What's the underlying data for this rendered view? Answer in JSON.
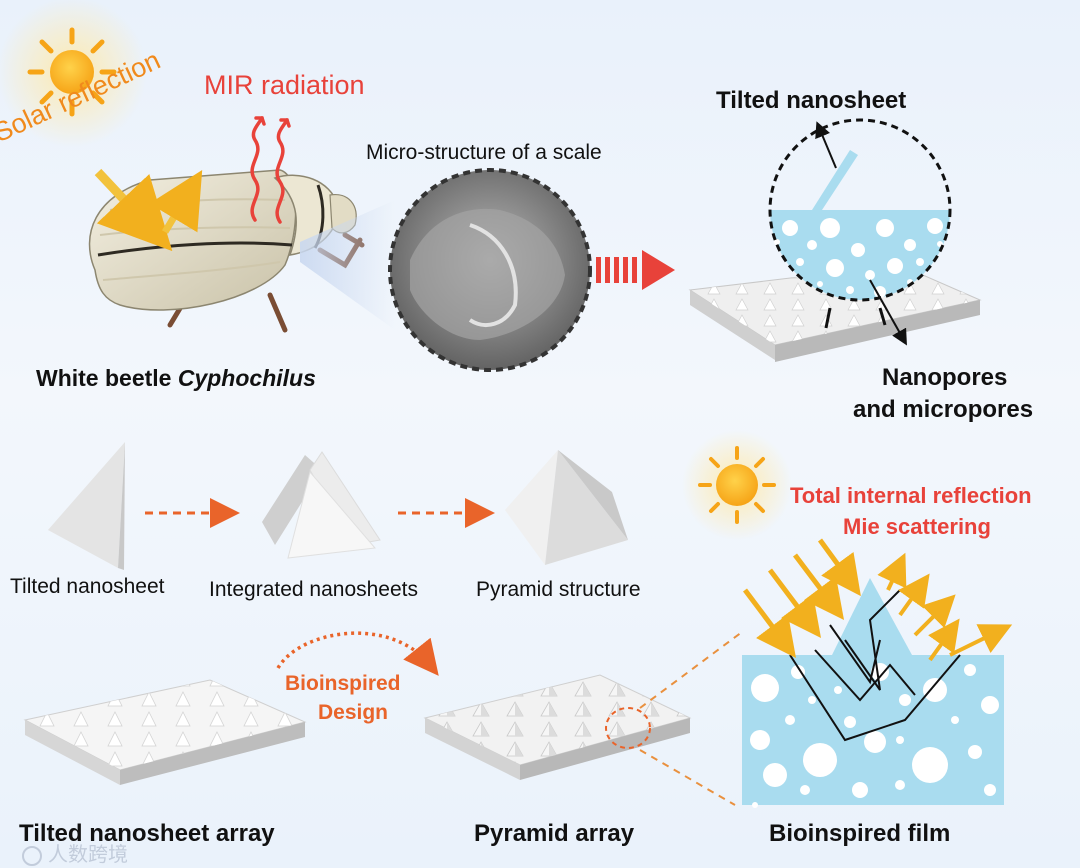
{
  "labels": {
    "solar_reflection": "Solar reflection",
    "mir_radiation": "MIR radiation",
    "micro_structure": "Micro-structure of a scale",
    "tilted_nanosheet_top": "Tilted nanosheet",
    "nanopores_line1": "Nanopores",
    "nanopores_line2": "and micropores",
    "beetle_prefix": "White beetle ",
    "beetle_species": "Cyphochilus",
    "tilted_nanosheet": "Tilted nanosheet",
    "integrated_nanosheets": "Integrated nanosheets",
    "pyramid_structure": "Pyramid structure",
    "tir_line1": "Total internal reflection",
    "tir_line2": "Mie scattering",
    "bioinspired_line1": "Bioinspired",
    "bioinspired_line2": "Design",
    "tilted_array": "Tilted nanosheet array",
    "pyramid_array": "Pyramid array",
    "bioinspired_film": "Bioinspired film",
    "watermark": "人数跨境"
  },
  "colors": {
    "orange": "#f08a1c",
    "red": "#e8423a",
    "light_blue": "#a9dcef",
    "arrow_yellow": "#f2b01e"
  }
}
